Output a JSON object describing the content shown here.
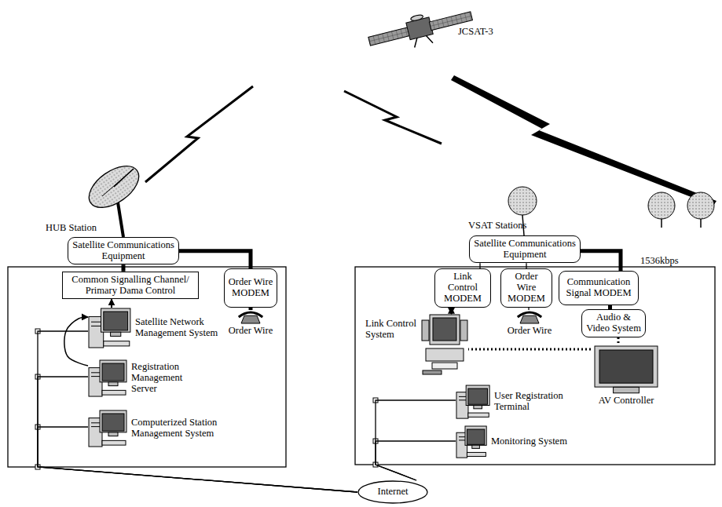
{
  "diagram": {
    "nodes": [
      {
        "text": [
          "Satellite Communications Equipment"
        ]
      },
      {
        "text": [
          "Common Signalling Channel/ Primary Dama Control"
        ]
      },
      {
        "text": [
          "Order Wire MODEM"
        ]
      },
      {
        "text": [
          "Satellite Network Management System"
        ]
      },
      {
        "text": [
          "Order Wire"
        ]
      },
      {
        "text": [
          "Registration Management Server"
        ]
      },
      {
        "text": [
          "Computerized Station Management System"
        ]
      },
      {
        "text": [
          "Satellite Communications Equipment"
        ]
      },
      {
        "text": [
          "Link Control MODEM"
        ]
      },
      {
        "text": [
          "Order Wire MODEM"
        ]
      },
      {
        "text": [
          "Communication Signal MODEM"
        ]
      },
      {
        "text": [
          "Audio & Video System"
        ]
      },
      {
        "text": [
          "Order Wire"
        ]
      },
      {
        "text": [
          "Link Control System"
        ]
      },
      {
        "text": [
          "AV Controller"
        ]
      },
      {
        "text": [
          "User Registration Terminal"
        ]
      },
      {
        "text": [
          "Monitoring System"
        ]
      },
      {
        "text": [
          "Internet"
        ]
      }
    ],
    "edges": [
      {
        "from": 0,
        "to": 1,
        "arrow": "none"
      },
      {
        "from": 0,
        "to": 2,
        "arrow": "none"
      },
      {
        "from": 2,
        "to": 4,
        "arrow": "none"
      },
      {
        "from": 5,
        "to": 3,
        "arrow": "to"
      },
      {
        "from": 3,
        "to": 1,
        "arrow": "to"
      },
      {
        "from": 3,
        "to": 17,
        "arrow": "none"
      },
      {
        "from": 5,
        "to": 17,
        "arrow": "none"
      },
      {
        "from": 6,
        "to": 17,
        "arrow": "none"
      },
      {
        "from": 7,
        "to": 8,
        "arrow": "none"
      },
      {
        "from": 7,
        "to": 9,
        "arrow": "none"
      },
      {
        "from": 7,
        "to": 10,
        "arrow": "none"
      },
      {
        "from": 10,
        "to": 11,
        "arrow": "none"
      },
      {
        "from": 9,
        "to": 12,
        "arrow": "none"
      },
      {
        "from": 8,
        "to": 13,
        "arrow": "both"
      },
      {
        "from": 11,
        "to": 14,
        "arrow": "none"
      },
      {
        "from": 14,
        "to": 13,
        "arrow": "none"
      },
      {
        "from": 15,
        "to": 17,
        "arrow": "none"
      },
      {
        "from": 16,
        "to": 17,
        "arrow": "none"
      }
    ],
    "labels": [
      "JCSAT-3",
      "HUB Station",
      "VSAT Stations",
      "1536kbps"
    ]
  }
}
